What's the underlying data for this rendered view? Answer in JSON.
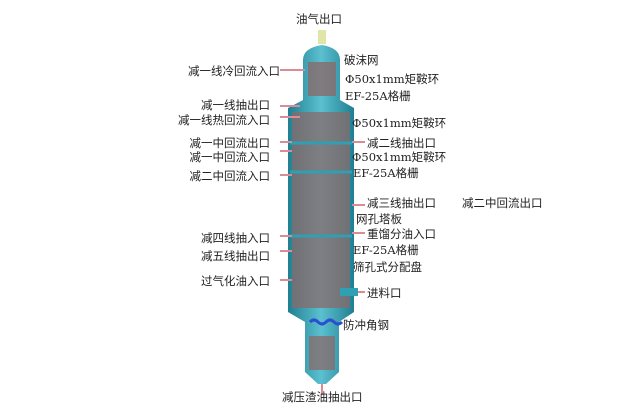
{
  "top": "油气出口",
  "bottom": "减压渣油抽出口",
  "left": [
    "减一线冷回流入口",
    "减一线抽出口",
    "减一线热回流入口",
    "减一中回流出口",
    "减一中回流入口",
    "减二中回流入口",
    "减四线抽入口",
    "减五线抽出口",
    "过气化油入口"
  ],
  "right": [
    "破沫网",
    "Φ50x1mm矩鞍环",
    "EF-25A格栅",
    "Φ50x1mm矩鞍环",
    "减二线抽出口",
    "Φ50x1mm矩鞍环",
    "EF-25A格栅",
    "减三线抽出口",
    "减二中回流出口",
    "网孔塔板",
    "重馏分油入口",
    "EF-25A格栅",
    "筛孔式分配盘",
    "进料口",
    "防冲角钢"
  ],
  "colors": {
    "shell": "#2f9fb3",
    "packing": "#8a6a6a",
    "arrow": "#d98c95"
  }
}
